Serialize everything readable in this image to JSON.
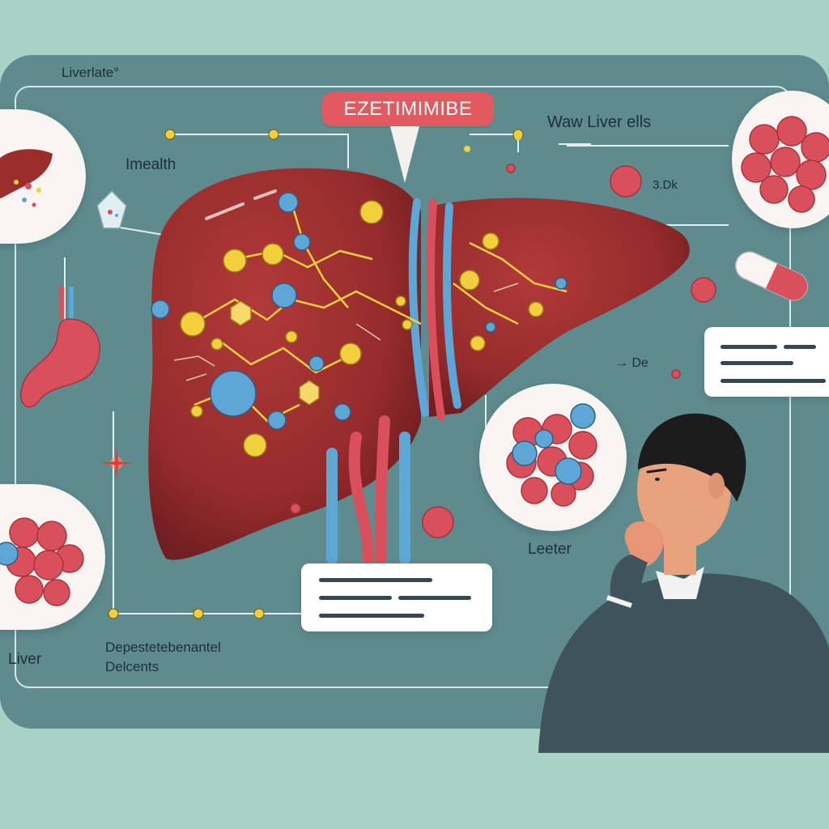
{
  "badge": {
    "label": "EZETIMIMIBE"
  },
  "labels": {
    "top_left": "Liverlate°",
    "imealth": "Imealth",
    "waw_liver": "Waw Liver ells",
    "value_3dk": "3.Dk",
    "de": "De",
    "leeter": "Leeter",
    "liver": "Liver",
    "bottom_line1": "Depestetebenantel",
    "bottom_line2": "Delcents"
  },
  "colors": {
    "background": "#a9d2c6",
    "board": "#5e8b8e",
    "liver": "#9b2d2d",
    "badge": "#e15a5f",
    "molecule_yellow": "#f2cf3c",
    "molecule_blue": "#5ea6d6",
    "cell_red": "#d9505c"
  },
  "icons": {
    "liver_thumbnail": "liver-icon",
    "pill_capsule": "capsule-icon",
    "stomach": "stomach-icon",
    "person": "person-thinking-figure"
  }
}
